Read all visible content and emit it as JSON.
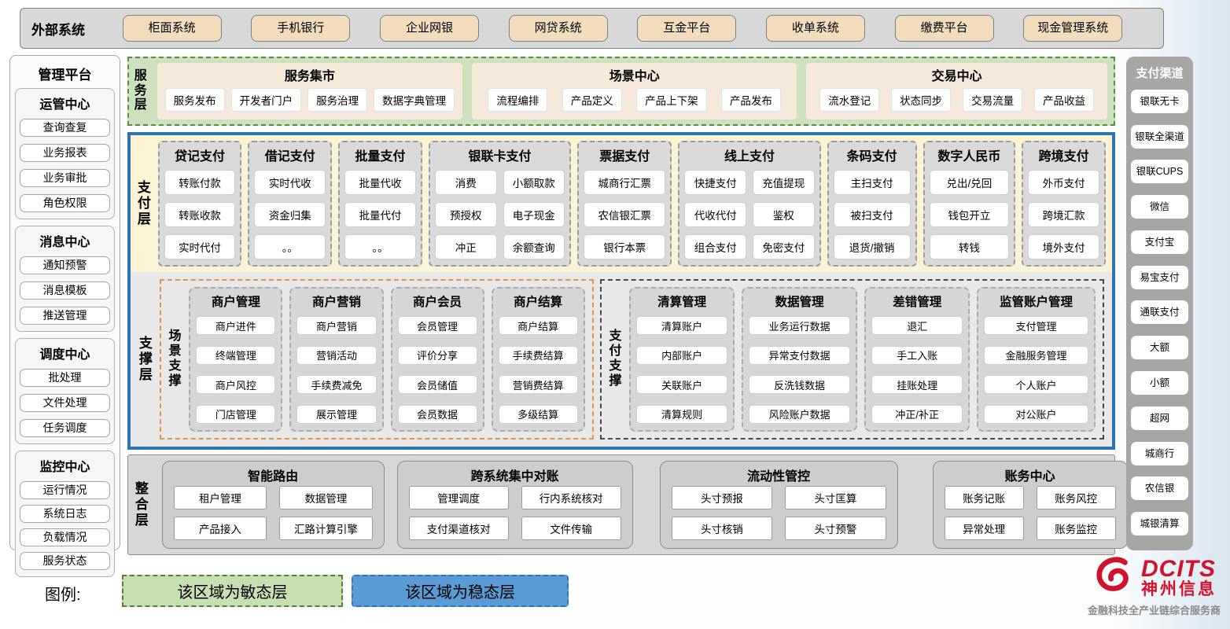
{
  "external": {
    "label": "外部系统",
    "items": [
      "柜面系统",
      "手机银行",
      "企业网银",
      "网贷系统",
      "互金平台",
      "收单系统",
      "缴费平台",
      "现金管理系统"
    ]
  },
  "management": {
    "title": "管理平台",
    "groups": [
      {
        "title": "运管中心",
        "items": [
          "查询查复",
          "业务报表",
          "业务审批",
          "角色权限"
        ]
      },
      {
        "title": "消息中心",
        "items": [
          "通知预警",
          "消息模板",
          "推送管理"
        ]
      },
      {
        "title": "调度中心",
        "items": [
          "批处理",
          "文件处理",
          "任务调度"
        ]
      },
      {
        "title": "监控中心",
        "items": [
          "运行情况",
          "系统日志",
          "负载情况",
          "服务状态"
        ]
      }
    ]
  },
  "service_layer": {
    "label": "服务层",
    "groups": [
      {
        "title": "服务集市",
        "items": [
          "服务发布",
          "开发者门户",
          "服务治理",
          "数据字典管理"
        ]
      },
      {
        "title": "场景中心",
        "items": [
          "流程编排",
          "产品定义",
          "产品上下架",
          "产品发布"
        ]
      },
      {
        "title": "交易中心",
        "items": [
          "流水登记",
          "状态同步",
          "交易流量",
          "产品收益"
        ]
      }
    ]
  },
  "payment_layer": {
    "label": "支付层",
    "columns": [
      {
        "title": "贷记支付",
        "items": [
          "转账付款",
          "转账收款",
          "实时代付"
        ]
      },
      {
        "title": "借记支付",
        "items": [
          "实时代收",
          "资金归集",
          "。。"
        ]
      },
      {
        "title": "批量支付",
        "items": [
          "批量代收",
          "批量代付",
          "。。"
        ]
      },
      {
        "title": "银联卡支付",
        "items": [
          "消费",
          "小额取款",
          "预授权",
          "电子现金",
          "冲正",
          "余额查询"
        ]
      },
      {
        "title": "票据支付",
        "items": [
          "城商行汇票",
          "农信银汇票",
          "银行本票"
        ]
      },
      {
        "title": "线上支付",
        "items": [
          "快捷支付",
          "充值提现",
          "代收代付",
          "鉴权",
          "组合支付",
          "免密支付"
        ]
      },
      {
        "title": "条码支付",
        "items": [
          "主扫支付",
          "被扫支付",
          "退货/撤销"
        ]
      },
      {
        "title": "数字人民币",
        "items": [
          "兑出/兑回",
          "钱包开立",
          "转钱"
        ]
      },
      {
        "title": "跨境支付",
        "items": [
          "外币支付",
          "跨境汇款",
          "境外支付"
        ]
      }
    ]
  },
  "support_layer": {
    "label": "支撑层",
    "scene_support": {
      "label": "场景支撑",
      "columns": [
        {
          "title": "商户管理",
          "items": [
            "商户进件",
            "终端管理",
            "商户风控",
            "门店管理"
          ]
        },
        {
          "title": "商户营销",
          "items": [
            "商户营销",
            "营销活动",
            "手续费减免",
            "展示管理"
          ]
        },
        {
          "title": "商户会员",
          "items": [
            "会员管理",
            "评价分享",
            "会员储值",
            "会员数据"
          ]
        },
        {
          "title": "商户结算",
          "items": [
            "商户结算",
            "手续费结算",
            "营销费结算",
            "多级结算"
          ]
        }
      ]
    },
    "payment_support": {
      "label": "支付支撑",
      "columns": [
        {
          "title": "清算管理",
          "items": [
            "清算账户",
            "内部账户",
            "关联账户",
            "清算规则"
          ]
        },
        {
          "title": "数据管理",
          "items": [
            "业务运行数据",
            "异常支付数据",
            "反洗钱数据",
            "风险账户数据"
          ]
        },
        {
          "title": "差错管理",
          "items": [
            "退汇",
            "手工入账",
            "挂账处理",
            "冲正/补正"
          ]
        },
        {
          "title": "监管账户管理",
          "items": [
            "支付管理",
            "金融服务管理",
            "个人账户",
            "对公账户"
          ]
        }
      ]
    }
  },
  "integration_layer": {
    "label": "整合层",
    "groups": [
      {
        "title": "智能路由",
        "items": [
          "租户管理",
          "数据管理",
          "产品接入",
          "汇路计算引擎"
        ]
      },
      {
        "title": "跨系统集中对账",
        "items": [
          "管理调度",
          "行内系统核对",
          "支付渠道核对",
          "文件传输"
        ]
      },
      {
        "title": "流动性管控",
        "items": [
          "头寸预报",
          "头寸匡算",
          "头寸核销",
          "头寸预警"
        ]
      },
      {
        "title": "账务中心",
        "items": [
          "账务记账",
          "账务风控",
          "异常处理",
          "账务监控"
        ]
      }
    ]
  },
  "channels": {
    "title": "支付渠道",
    "items": [
      "银联无卡",
      "银联全渠道",
      "银联CUPS",
      "微信",
      "支付宝",
      "易宝支付",
      "通联支付",
      "大额",
      "小额",
      "超网",
      "城商行",
      "农信银",
      "城银清算"
    ]
  },
  "legend": {
    "label": "图例:",
    "agile": "该区域为敏态层",
    "stable": "该区域为稳态层"
  },
  "logo": {
    "name": "DCITS",
    "company": "神州信息",
    "tagline": "金融科技全产业链综合服务商"
  },
  "colors": {
    "agile_green_fill": "#c6e0b4",
    "agile_green_border": "#538135",
    "stable_blue_fill": "#5b9bd5",
    "stable_blue_border": "#2e75b6",
    "payment_cream": "#fcf3d5",
    "panel_gray": "#d9d9d9",
    "channel_gray": "#a8a5a5",
    "external_beige": "#f1ddbe",
    "scene_orange_border": "#e8913f",
    "brand_red": "#d0122d"
  }
}
